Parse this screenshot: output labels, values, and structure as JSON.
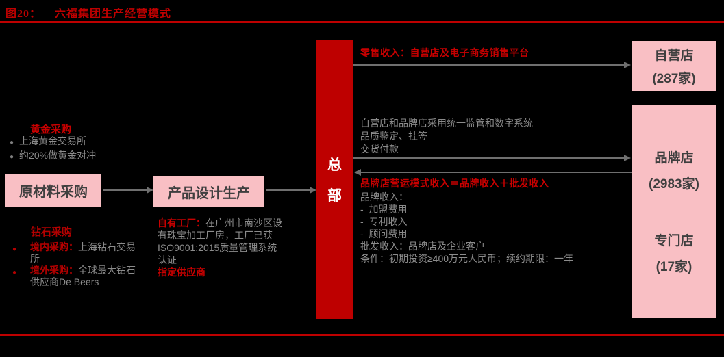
{
  "title": {
    "prefix": "图20：",
    "text": "六福集团生产经营模式"
  },
  "bullet_glyph": "●",
  "colors": {
    "background": "#000000",
    "accent_red": "#BE0000",
    "label_red": "#C80000",
    "pink_box": "#F9BFC4",
    "gray_text": "#8C8C8C",
    "box_text": "#3F3F3F",
    "arrow_gray": "#6F6F6F"
  },
  "left": {
    "gold": {
      "heading": "黄金采购",
      "bullets": [
        "上海黄金交易所",
        "约20%做黄金对冲"
      ]
    },
    "materials_box": "原材料采购",
    "diamond": {
      "heading": "钻石采购",
      "items": [
        {
          "label": "境内采购：",
          "text": "上海钻石交易所"
        },
        {
          "label": "境外采购：",
          "text": "全球最大钻石供应商De Beers"
        }
      ]
    }
  },
  "middle": {
    "design_box": "产品设计生产",
    "factory_label": "自有工厂：",
    "factory_text": "在广州市南沙区设有珠宝加工厂房，工厂已获ISO9001:2015质量管理系统认证",
    "supplier_note": "指定供应商"
  },
  "center_bar": {
    "label_chars": [
      "总",
      "部"
    ]
  },
  "flows": {
    "retail_label": "零售收入：自营店及电子商务销售平台",
    "unified_lines": [
      "自营店和品牌店采用统一监管和数字系统",
      "品质鉴定、挂签",
      "交货付款"
    ],
    "brand_formula": "品牌店营运模式收入＝品牌收入＋批发收入",
    "brand_detail": [
      "品牌收入：",
      "-  加盟费用",
      "-  专利收入",
      "-  顾问费用",
      "批发收入：品牌店及企业客户",
      "条件：初期投资≥400万元人民币；续约期限：一年"
    ]
  },
  "right_boxes": {
    "self_operated": {
      "name": "自营店",
      "count": "(287家)"
    },
    "brand": {
      "name": "品牌店",
      "count": "(2983家)"
    },
    "specialty": {
      "name": "专门店",
      "count": "(17家)"
    }
  }
}
